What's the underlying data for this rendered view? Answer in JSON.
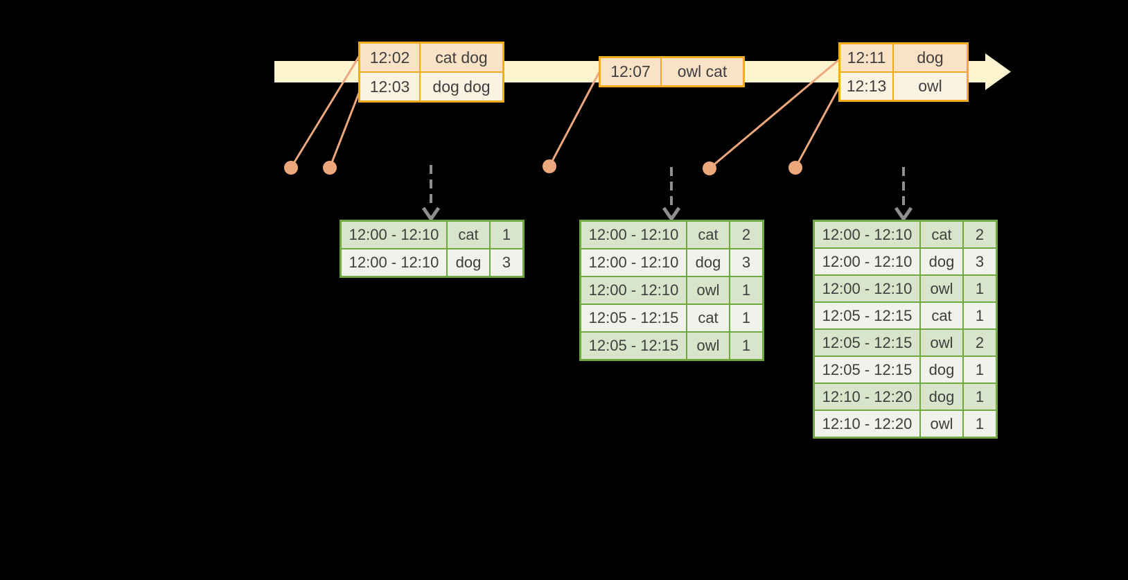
{
  "diagram": {
    "background": "#000000",
    "colors": {
      "timeline_fill": "#fcf3cf",
      "event_table_border": "#f0ac1e",
      "event_row_fill_dark": "#fae2c6",
      "event_row_fill_light": "#fcf2e2",
      "marker": "#eca77d",
      "result_table_border": "#6fa83f",
      "result_row_fill_dark": "#d9e5ca",
      "result_row_fill_light": "#eff3eb",
      "trigger_arrow": "#8f8f8f",
      "text": "#3e3e3e"
    },
    "event_tables": [
      {
        "rows": [
          [
            "12:02",
            "cat dog"
          ],
          [
            "12:03",
            "dog dog"
          ]
        ]
      },
      {
        "rows": [
          [
            "12:07",
            "owl cat"
          ]
        ]
      },
      {
        "rows": [
          [
            "12:11",
            "dog"
          ],
          [
            "12:13",
            "owl"
          ]
        ]
      }
    ],
    "result_tables": [
      {
        "rows": [
          [
            "12:00 - 12:10",
            "cat",
            "1"
          ],
          [
            "12:00 - 12:10",
            "dog",
            "3"
          ]
        ]
      },
      {
        "rows": [
          [
            "12:00 - 12:10",
            "cat",
            "2"
          ],
          [
            "12:00 - 12:10",
            "dog",
            "3"
          ],
          [
            "12:00 - 12:10",
            "owl",
            "1"
          ],
          [
            "12:05 - 12:15",
            "cat",
            "1"
          ],
          [
            "12:05 - 12:15",
            "owl",
            "1"
          ]
        ]
      },
      {
        "rows": [
          [
            "12:00 - 12:10",
            "cat",
            "2"
          ],
          [
            "12:00 - 12:10",
            "dog",
            "3"
          ],
          [
            "12:00 - 12:10",
            "owl",
            "1"
          ],
          [
            "12:05 - 12:15",
            "cat",
            "1"
          ],
          [
            "12:05 - 12:15",
            "owl",
            "2"
          ],
          [
            "12:05 - 12:15",
            "dog",
            "1"
          ],
          [
            "12:10 - 12:20",
            "dog",
            "1"
          ],
          [
            "12:10 - 12:20",
            "owl",
            "1"
          ]
        ]
      }
    ]
  }
}
